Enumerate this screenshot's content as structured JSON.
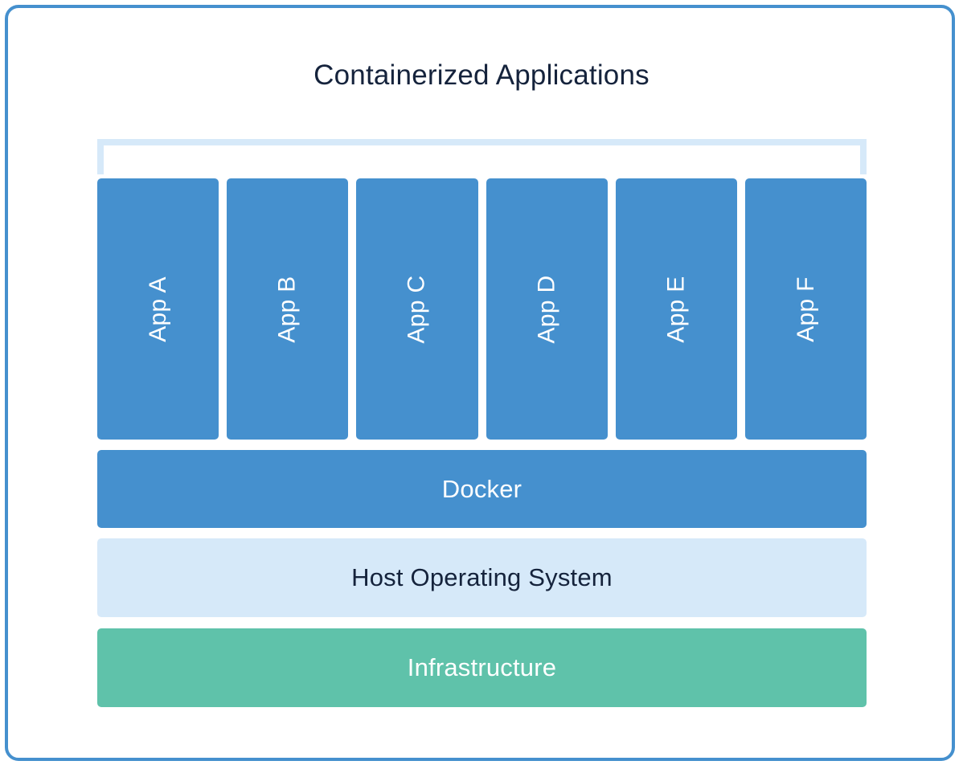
{
  "diagram": {
    "title": "Containerized Applications",
    "colors": {
      "frame_border": "#4590CE",
      "app_box": "#4590CE",
      "docker_bar": "#4590CE",
      "bracket": "#D6E9F9",
      "host_os_bar": "#D6E9F9",
      "infrastructure_bar": "#5FC2AA",
      "dark_text": "#15233C",
      "light_text": "#FFFFFF",
      "background": "#FFFFFF"
    }
  },
  "apps": [
    {
      "label": "App A"
    },
    {
      "label": "App B"
    },
    {
      "label": "App C"
    },
    {
      "label": "App D"
    },
    {
      "label": "App E"
    },
    {
      "label": "App F"
    }
  ],
  "layers": {
    "docker": "Docker",
    "host_os": "Host Operating System",
    "infrastructure": "Infrastructure"
  }
}
